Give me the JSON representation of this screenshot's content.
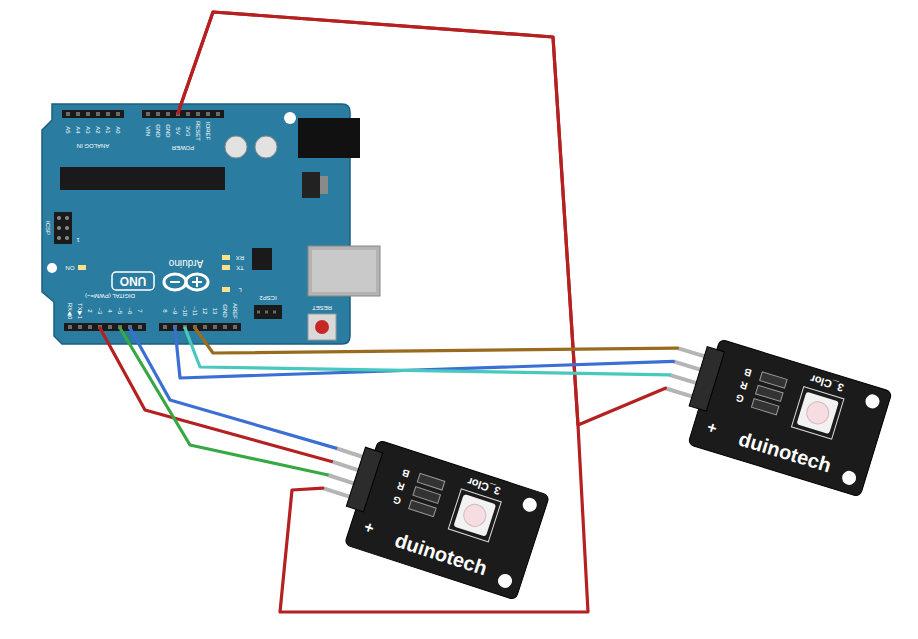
{
  "diagram": {
    "nodes": [
      {
        "text": [
          "Arduino",
          "UNO"
        ]
      },
      {
        "text": [
          "3_Clor",
          "B",
          "R",
          "G",
          "+",
          "duinotech"
        ]
      },
      {
        "text": [
          "3_Clor",
          "B",
          "R",
          "G",
          "+",
          "duinotech"
        ]
      }
    ],
    "edges": [
      {
        "from": 0,
        "to": 1,
        "arrow": "none"
      },
      {
        "from": 0,
        "to": 1,
        "arrow": "none"
      },
      {
        "from": 0,
        "to": 1,
        "arrow": "none"
      },
      {
        "from": 0,
        "to": 1,
        "arrow": "none"
      },
      {
        "from": 0,
        "to": 2,
        "arrow": "none"
      },
      {
        "from": 0,
        "to": 2,
        "arrow": "none"
      },
      {
        "from": 0,
        "to": 2,
        "arrow": "none"
      },
      {
        "from": 0,
        "to": 2,
        "arrow": "none"
      }
    ],
    "labels": [
      "A5",
      "A4",
      "A3",
      "A2",
      "A1",
      "A0",
      "ANALOG IN",
      "VIN",
      "GND",
      "GND",
      "5V",
      "3V3",
      "RESET",
      "IOREF",
      "POWER",
      "RX◀0",
      "TX▶1",
      "2",
      "~3",
      "4",
      "~5",
      "~6",
      "7",
      "8",
      "~9",
      "~10",
      "~11",
      "12",
      "13",
      "GND",
      "AREF",
      "DIGITAL (PWM=~)",
      "ON",
      "RX",
      "TX",
      "L",
      "ICSP",
      "1",
      "ICSP2",
      "RESET"
    ]
  }
}
